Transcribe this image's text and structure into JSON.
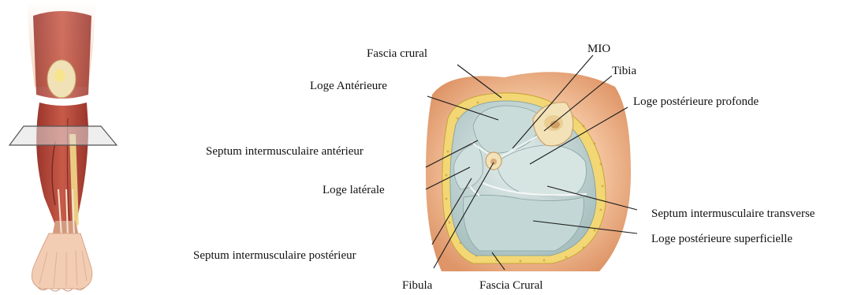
{
  "labels": {
    "fascia_crurale_top": "Fascia crural",
    "mio": "MIO",
    "tibia": "Tibia",
    "loge_anterieure": "Loge Antérieure",
    "loge_posterieure_profonde": "Loge postérieure profonde",
    "septum_anterieur": "Septum intermusculaire antérieur",
    "loge_laterale": "Loge latérale",
    "septum_transverse": "Septum intermusculaire transverse",
    "loge_posterieure_superficielle": "Loge postérieure superficielle",
    "septum_posterieur": "Septum intermusculaire postérieur",
    "fibula": "Fibula",
    "fascia_crurale_bottom": "Fascia Crural"
  },
  "colors": {
    "fascia": "#f2d774",
    "skin": "#e9a77c",
    "compartment": "#b9cfcf",
    "compartment_light": "#dbe8e6",
    "bone": "#f3e2b8",
    "muscle": "#b8463a",
    "leader_line": "#1a1a1a"
  }
}
